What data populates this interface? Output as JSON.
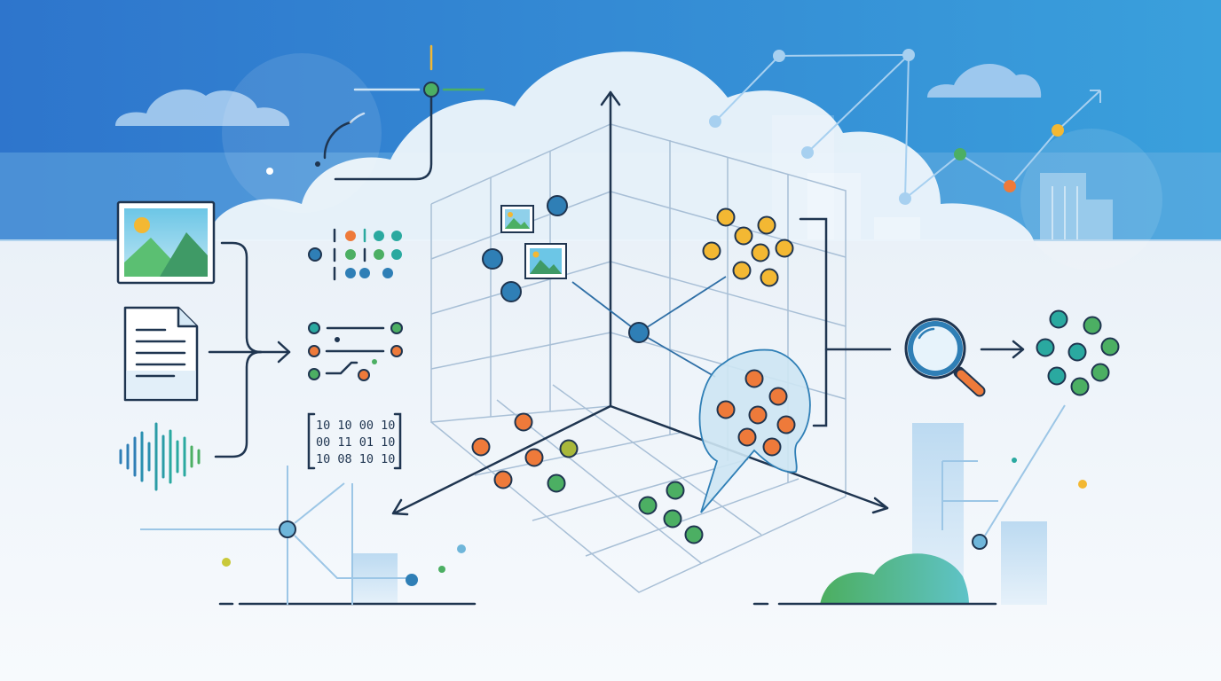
{
  "palette": {
    "sky_top": "#2f7fd1",
    "sky_bottom": "#4fa3dd",
    "ink": "#1f3550",
    "grid": "#9ab3cc",
    "blue": "#2f7fb6",
    "teal": "#2aa9a0",
    "green": "#4caf63",
    "orange": "#ee7a3a",
    "yellow": "#f3b833",
    "light_blue": "#cfe5f5",
    "cluster_fill": "#cde6f3"
  },
  "inputs": [
    {
      "name": "image-input",
      "icon": "image-icon"
    },
    {
      "name": "text-document-input",
      "icon": "document-icon"
    },
    {
      "name": "audio-input",
      "icon": "sound-wave-icon"
    }
  ],
  "binary_lines": [
    "10 10 00 10",
    "00 11 01 10",
    "10 08 10 10"
  ],
  "embedding_space": {
    "clusters": [
      {
        "name": "blue-cluster",
        "color": "blue"
      },
      {
        "name": "yellow-cluster",
        "color": "yellow"
      },
      {
        "name": "orange-cluster",
        "color": "orange"
      },
      {
        "name": "green-cluster",
        "color": "green"
      },
      {
        "name": "orange-left-cluster",
        "color": "orange"
      }
    ]
  },
  "search": {
    "icon": "magnifier-icon"
  },
  "results": {
    "name": "retrieved-cluster",
    "color": "teal"
  }
}
